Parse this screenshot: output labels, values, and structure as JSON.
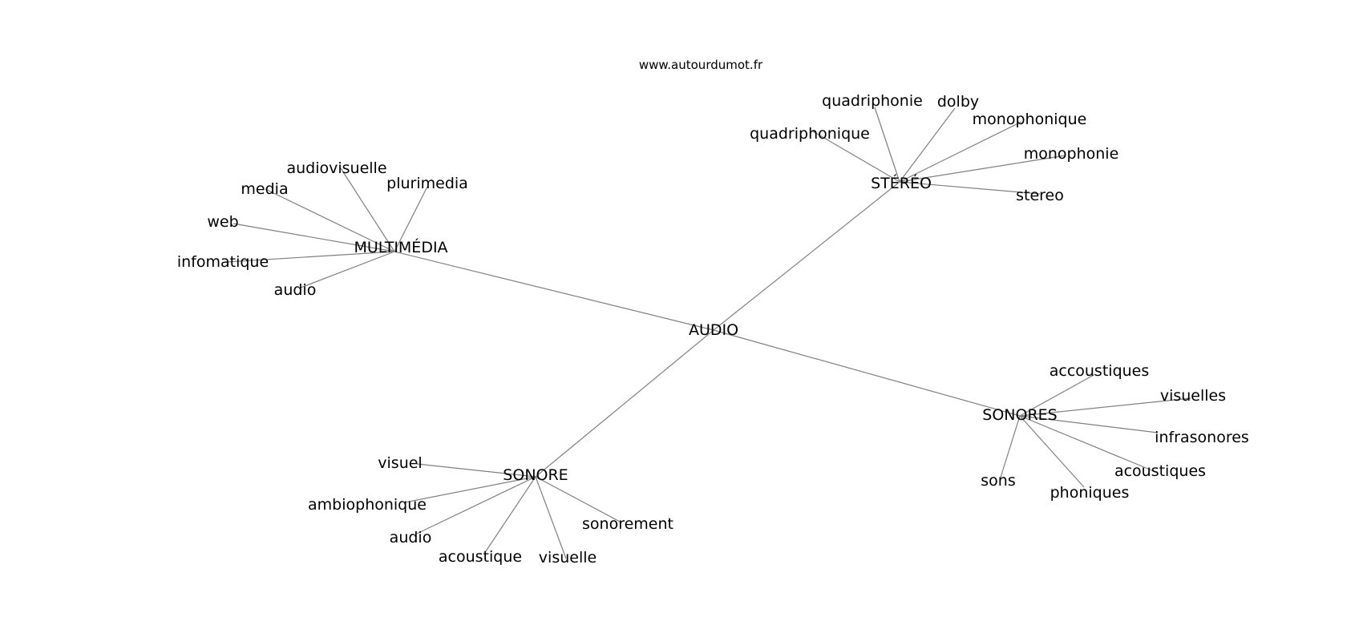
{
  "source": "www.autourdumot.fr",
  "center": "AUDIO",
  "clusters": [
    {
      "hub": "MULTIMÉDIA",
      "words": [
        "audiovisuelle",
        "plurimedia",
        "media",
        "web",
        "infomatique",
        "audio"
      ]
    },
    {
      "hub": "STÉRÉO",
      "words": [
        "quadriphonie",
        "dolby",
        "monophonique",
        "quadriphonique",
        "monophonie",
        "stereo"
      ]
    },
    {
      "hub": "SONORE",
      "words": [
        "visuel",
        "ambiophonique",
        "audio",
        "acoustique",
        "visuelle",
        "sonorement"
      ]
    },
    {
      "hub": "SONORES",
      "words": [
        "accoustiques",
        "visuelles",
        "infrasonores",
        "acoustiques",
        "phoniques",
        "sons"
      ]
    }
  ]
}
